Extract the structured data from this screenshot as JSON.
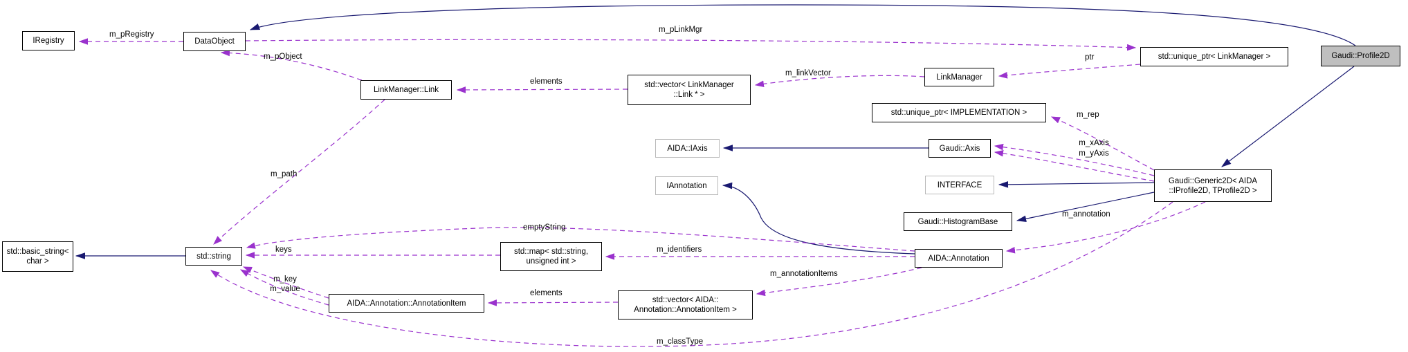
{
  "diagram": {
    "type": "collaboration-graph",
    "colors": {
      "inheritance_edge": "#191970",
      "usage_edge": "#9a32cd",
      "node_border": "#000000",
      "external_node_border": "#b9b9b9",
      "highlight_fill": "#bfbfbf",
      "background": "#ffffff"
    },
    "nodes": {
      "iregistry": {
        "label": "IRegistry"
      },
      "dataobject": {
        "label": "DataObject"
      },
      "linkmanager_link": {
        "label": "LinkManager::Link"
      },
      "vector_link": {
        "line1": "std::vector< LinkManager",
        "line2": "::Link * >"
      },
      "linkmanager": {
        "label": "LinkManager"
      },
      "unique_ptr_linkmanager": {
        "label": "std::unique_ptr< LinkManager >"
      },
      "profile2d": {
        "label": "Gaudi::Profile2D"
      },
      "unique_ptr_implementation": {
        "label": "std::unique_ptr< IMPLEMENTATION >"
      },
      "aida_iaxis": {
        "label": "AIDA::IAxis"
      },
      "gaudi_axis": {
        "label": "Gaudi::Axis"
      },
      "iannotation": {
        "label": "IAnnotation"
      },
      "interface": {
        "label": "INTERFACE"
      },
      "histogrambase": {
        "label": "Gaudi::HistogramBase"
      },
      "generic2d": {
        "line1": "Gaudi::Generic2D< AIDA",
        "line2": "::IProfile2D, TProfile2D >"
      },
      "basic_string": {
        "line1": "std::basic_string<",
        "line2": "char >"
      },
      "std_string": {
        "label": "std::string"
      },
      "std_map": {
        "line1": "std::map< std::string,",
        "line2": "unsigned int >"
      },
      "aida_annotation": {
        "label": "AIDA::Annotation"
      },
      "annotationitem": {
        "label": "AIDA::Annotation::AnnotationItem"
      },
      "vector_annotationitem": {
        "line1": "std::vector< AIDA::",
        "line2": "Annotation::AnnotationItem >"
      }
    },
    "edge_labels": {
      "m_pRegistry": "m_pRegistry",
      "m_pLinkMgr": "m_pLinkMgr",
      "m_pObject": "m_pObject",
      "elements_top": "elements",
      "m_linkVector": "m_linkVector",
      "ptr": "ptr",
      "m_rep": "m_rep",
      "m_xAxis": "m_xAxis",
      "m_yAxis": "m_yAxis",
      "m_path": "m_path",
      "emptyString": "emptyString",
      "keys": "keys",
      "m_identifiers": "m_identifiers",
      "m_annotation": "m_annotation",
      "m_key": "m_key",
      "m_value": "m_value",
      "elements_bottom": "elements",
      "m_annotationItems": "m_annotationItems",
      "m_classType": "m_classType"
    }
  }
}
